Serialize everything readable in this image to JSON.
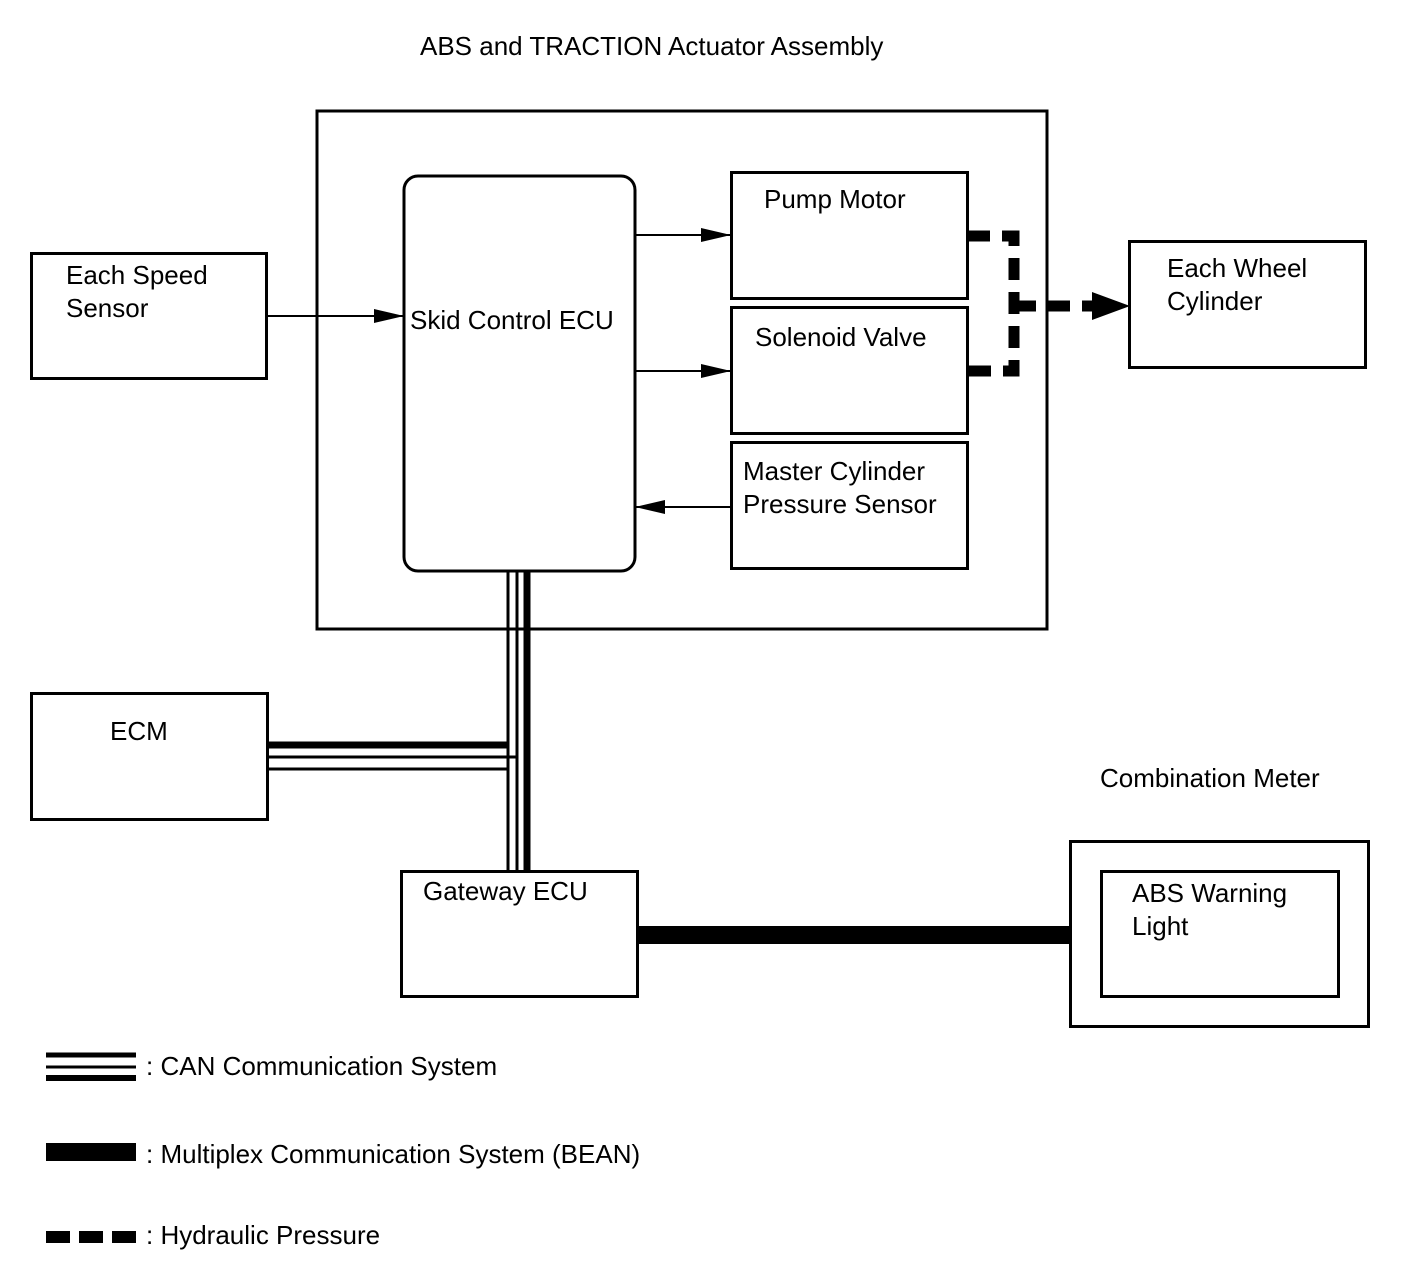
{
  "title": "ABS and TRACTION Actuator Assembly",
  "blocks": {
    "speed_sensor": {
      "line1": "Each Speed",
      "line2": "Sensor"
    },
    "skid_ecu": "Skid Control ECU",
    "pump_motor": "Pump Motor",
    "solenoid_valve": "Solenoid Valve",
    "master_cylinder": {
      "line1": "Master Cylinder",
      "line2": "Pressure Sensor"
    },
    "wheel_cylinder": {
      "line1": "Each Wheel",
      "line2": "Cylinder"
    },
    "ecm": "ECM",
    "gateway_ecu": "Gateway ECU",
    "combination_meter": "Combination Meter",
    "abs_warning": {
      "line1": "ABS Warning",
      "line2": "Light"
    }
  },
  "legend": {
    "can": ": CAN Communication System",
    "bean": ": Multiplex Communication System (BEAN)",
    "hydraulic": ": Hydraulic Pressure"
  }
}
